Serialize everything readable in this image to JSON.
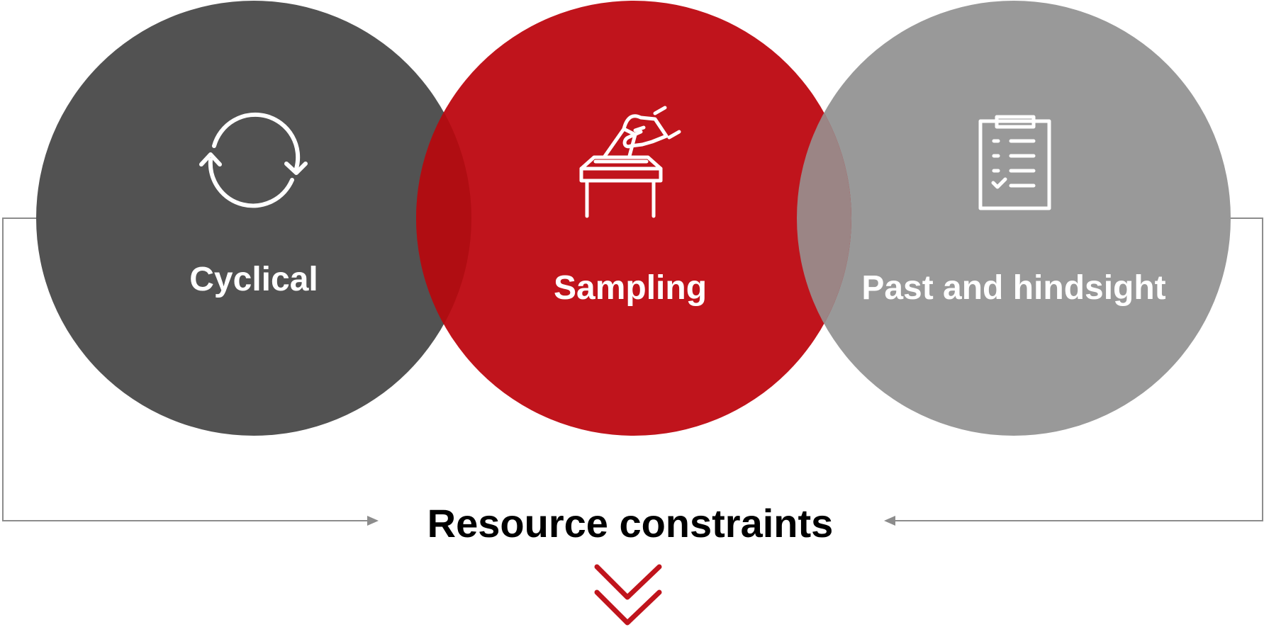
{
  "colors": {
    "circle_dark": "#525252",
    "circle_red": "#c0141c",
    "circle_light": "#999999",
    "overlap_dark_red": "#b00d12",
    "overlap_red_grey": "#9b8585",
    "connector": "#8c8c8c",
    "chevron": "#c0141c",
    "text_light": "#ffffff",
    "text_dark": "#000000"
  },
  "circles": [
    {
      "label": "Cyclical",
      "icon": "cycle-arrows-icon"
    },
    {
      "label": "Sampling",
      "icon": "ballot-box-icon"
    },
    {
      "label": "Past and hindsight",
      "icon": "checklist-clipboard-icon"
    }
  ],
  "outcome": {
    "label": "Resource constraints",
    "icon": "double-chevron-down-icon"
  }
}
